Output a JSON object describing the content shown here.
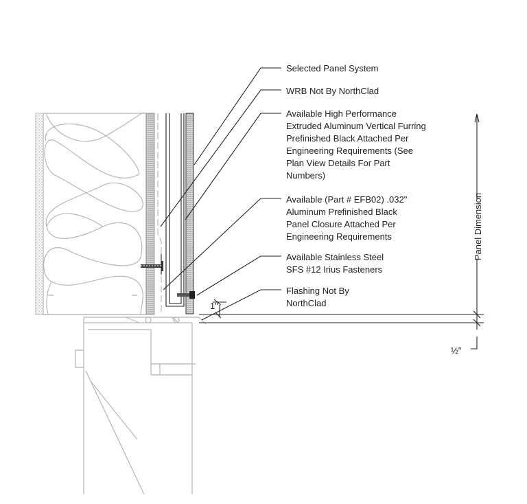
{
  "callouts": {
    "panel_system": [
      "Selected Panel System"
    ],
    "wrb": [
      "WRB Not By NorthClad"
    ],
    "furring": [
      "Available High Performance",
      "Extruded Aluminum Vertical Furring",
      "Prefinished Black Attached Per",
      "Engineering Requirements (See",
      "Plan View Details For Part",
      "Numbers)"
    ],
    "closure": [
      "Available (Part # EFB02) .032\"",
      "Aluminum Prefinished Black",
      "Panel Closure Attached Per",
      "Engineering Requirements"
    ],
    "fasteners": [
      "Available Stainless Steel",
      "SFS #12 Irius Fasteners"
    ],
    "flashing": [
      "Flashing Not By",
      "NorthClad"
    ]
  },
  "dimensions": {
    "panel": "Panel Dimension",
    "gap": "1\"",
    "offset": "½\""
  }
}
